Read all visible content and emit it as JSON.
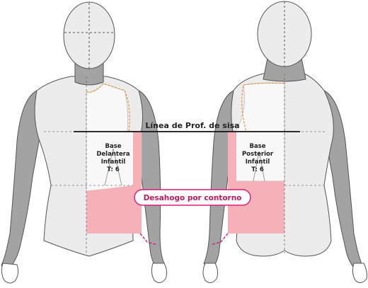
{
  "line_label": "Línea de Prof. de sisa",
  "front_block": {
    "line1": "Base",
    "line2": "Delantera",
    "line3": "Infantil",
    "line4": "T: 6"
  },
  "back_block": {
    "line1": "Base",
    "line2": "Posterior",
    "line3": "Infantil",
    "line4": "T: 6"
  },
  "callout_label": "Desahogo por contorno",
  "colors": {
    "skin": "#a3a3a3",
    "torso": "#ececec",
    "torso_shade": "#dcdcdc",
    "pattern": "#f8f8f8",
    "ease": "#f5b0b8",
    "callout_border": "#d81b7a",
    "callout_text": "#c2185b",
    "outline_dash": "#e8913a"
  }
}
